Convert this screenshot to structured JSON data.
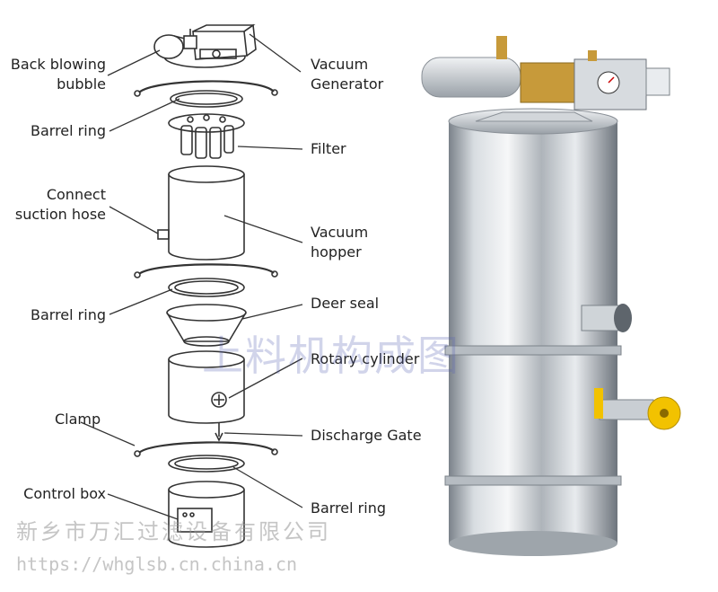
{
  "labels": {
    "back_blowing_bubble": [
      "Back blowing",
      "bubble"
    ],
    "vacuum_generator": [
      "Vacuum",
      "Generator"
    ],
    "barrel_ring_top": "Barrel ring",
    "filter": "Filter",
    "connect_suction_hose": [
      "Connect",
      "suction hose"
    ],
    "vacuum_hopper": [
      "Vacuum",
      "hopper"
    ],
    "barrel_ring_middle": "Barrel ring",
    "deer_seal": "Deer seal",
    "rotary_cylinder": "Rotary cylinder",
    "clamp": "Clamp",
    "discharge_gate": "Discharge Gate",
    "control_box": "Control box",
    "barrel_ring_bottom": "Barrel ring"
  },
  "watermarks": {
    "center": "上料机构成图",
    "company": "新乡市万汇过滤设备有限公司",
    "url": "https://whglsb.cn.china.cn"
  },
  "colors": {
    "steel_light": "#eef0f2",
    "steel_mid": "#b9bec4",
    "steel_dark": "#6c737b",
    "valve_yellow": "#f2c200",
    "brass": "#c79a3a",
    "line": "#333333"
  }
}
